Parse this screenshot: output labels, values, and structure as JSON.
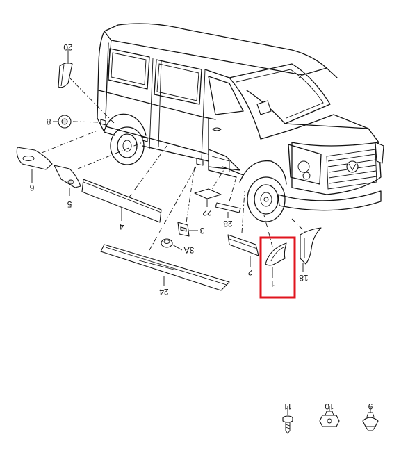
{
  "callouts": {
    "p1": "1",
    "p2": "2",
    "p3": "3",
    "p3a": "3A",
    "p4": "4",
    "p5": "5",
    "p6": "6",
    "p8": "8",
    "p9": "9",
    "p10": "10",
    "p11": "11",
    "p18": "18",
    "p20": "20",
    "p22": "22",
    "p24": "24",
    "p28": "28"
  },
  "highlight_color": "#e0141e"
}
